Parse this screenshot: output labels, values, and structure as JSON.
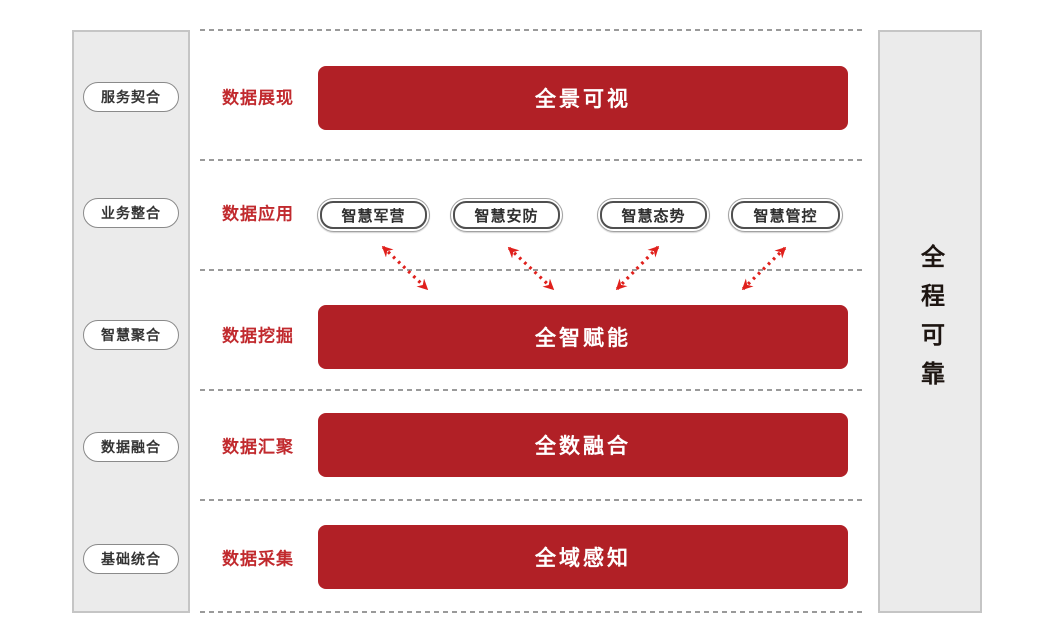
{
  "diagram": {
    "left_panel": {
      "items": [
        "服务契合",
        "业务整合",
        "智慧聚合",
        "数据融合",
        "基础统合"
      ]
    },
    "right_panel": {
      "title": "全程可靠"
    },
    "rows": [
      {
        "label": "数据展现",
        "bar": "全景可视"
      },
      {
        "label": "数据应用",
        "pills": [
          "智慧军营",
          "智慧安防",
          "智慧态势",
          "智慧管控"
        ]
      },
      {
        "label": "数据挖掘",
        "bar": "全智赋能"
      },
      {
        "label": "数据汇聚",
        "bar": "全数融合"
      },
      {
        "label": "数据采集",
        "bar": "全域感知"
      }
    ],
    "icons": [
      "double-arrow-icon",
      "double-arrow-icon",
      "double-arrow-icon",
      "double-arrow-icon"
    ],
    "colors": {
      "bar_red": "#b12026",
      "row_label_red": "#c12a2e",
      "arrow_red": "#e0201c",
      "panel_bg": "#ebebeb",
      "panel_border": "#c5c5c5",
      "dotted_line_gray": "#9a9a9a",
      "pill_outer_border": "#a2a2a2",
      "pill_inner_border": "#4f4f4f",
      "bar_text": "#ffffff"
    }
  }
}
